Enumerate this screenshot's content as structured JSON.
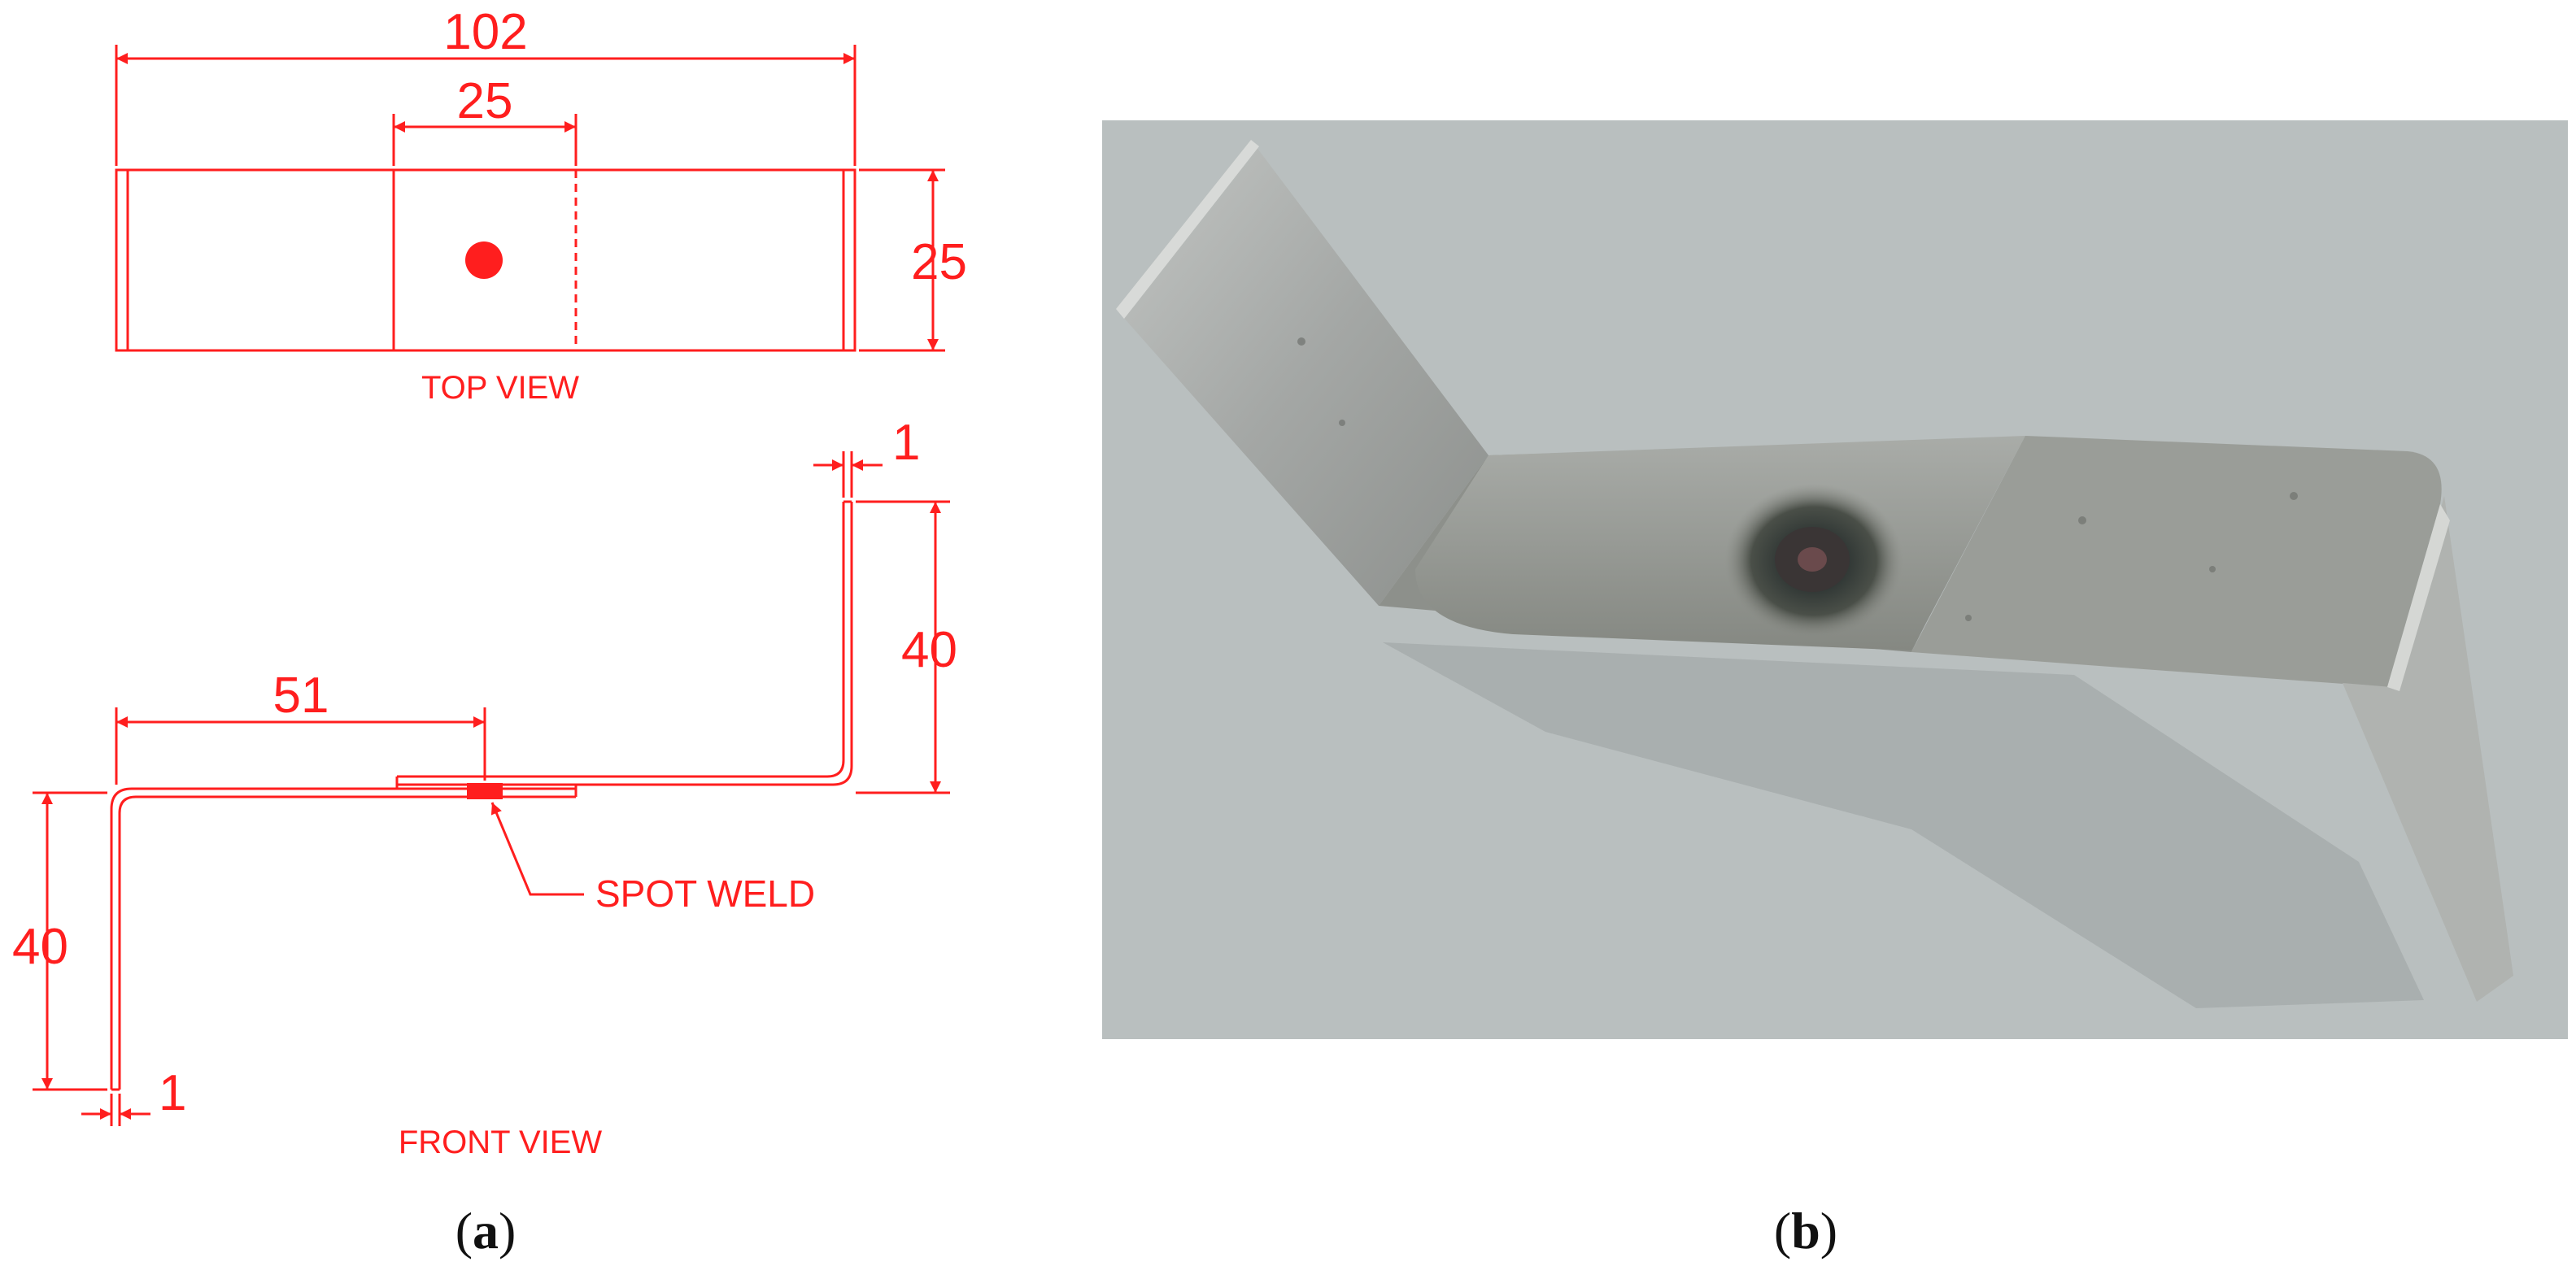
{
  "colors": {
    "drawing": "#ff1e1e",
    "background": "#ffffff",
    "photo_bg": "#b9bfbf",
    "metal": "#9ea1a0"
  },
  "drawing": {
    "top_view": {
      "caption": "TOP VIEW",
      "dim_total_length": "102",
      "dim_overlap": "25",
      "dim_width": "25"
    },
    "front_view": {
      "caption": "FRONT VIEW",
      "dim_thickness_top": "1",
      "dim_height_right": "40",
      "dim_weld_position": "51",
      "dim_height_left": "40",
      "dim_thickness_bottom": "1",
      "weld_label": "SPOT WELD"
    }
  },
  "panels": {
    "a": {
      "open": "(",
      "letter": "a",
      "close": ")"
    },
    "b": {
      "open": "(",
      "letter": "b",
      "close": ")"
    }
  }
}
